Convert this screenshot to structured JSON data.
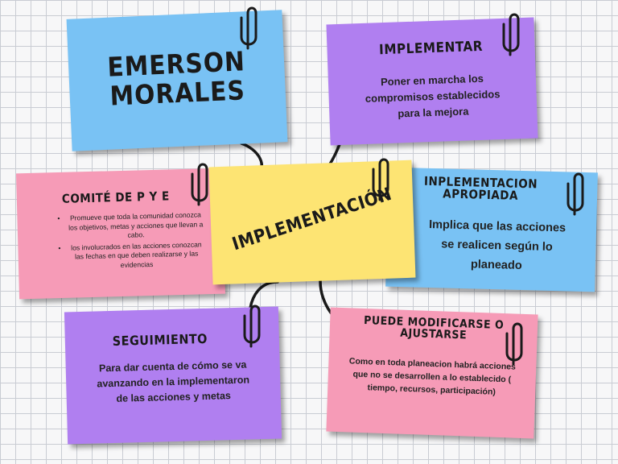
{
  "name_card": {
    "line1": "EMERSON",
    "line2": "MORALES"
  },
  "implementar": {
    "title": "IMPLEMENTAR",
    "body": "Poner en marcha los compromisos establecidos para la mejora"
  },
  "comite": {
    "title": "COMITÉ DE P Y E",
    "bullets": [
      "Promueve que toda la comunidad conozca los objetivos, metas y acciones que llevan a cabo.",
      "los involucrados en las acciones conozcan las fechas en que deben realizarse y las evidencias"
    ]
  },
  "center": {
    "title": "IMPLEMENTACIÓN"
  },
  "apropiada": {
    "title_line1": "INPLEMENTACION",
    "title_line2": "APROPIADA",
    "body": "Implica que las acciones se realicen según lo planeado"
  },
  "seguimiento": {
    "title": "SEGUIMIENTO",
    "body": "Para dar cuenta de cómo se va avanzando en la implementaron de las acciones y metas"
  },
  "modificarse": {
    "title_line1": "PUEDE MODIFICARSE O",
    "title_line2": "AJUSTARSE",
    "body": "Como en toda planeacion habrá acciones que no se desarrollen a lo establecido ( tiempo, recursos, participación)"
  },
  "colors": {
    "blue": "#79c2f4",
    "purple": "#b07ff0",
    "pink": "#f69bb7",
    "yellow": "#fde473",
    "grid": "#c9ccd3"
  }
}
